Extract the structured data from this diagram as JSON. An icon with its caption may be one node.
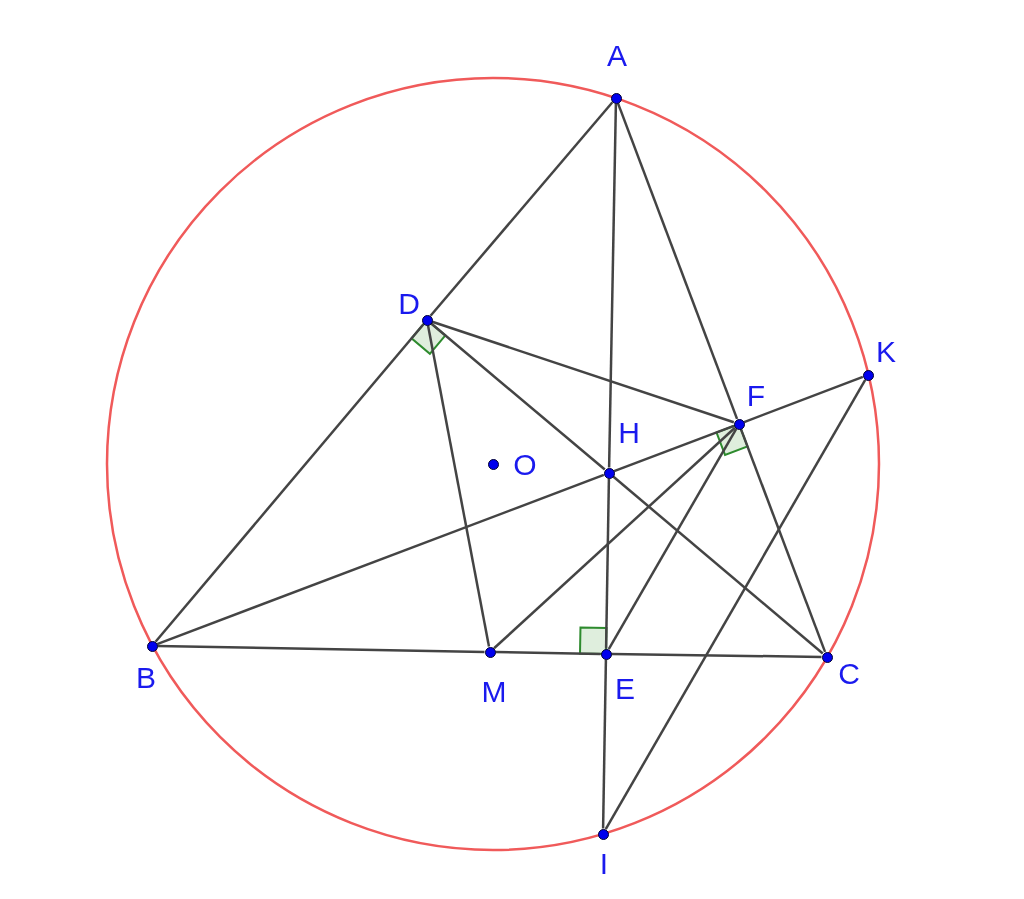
{
  "diagram": {
    "nodes": [
      {
        "text": [
          "A"
        ]
      },
      {
        "text": [
          "B"
        ]
      },
      {
        "text": [
          "C"
        ]
      },
      {
        "text": [
          "D"
        ]
      },
      {
        "text": [
          "E"
        ]
      },
      {
        "text": [
          "F"
        ]
      },
      {
        "text": [
          "H"
        ]
      },
      {
        "text": [
          "K"
        ]
      },
      {
        "text": [
          "I"
        ]
      },
      {
        "text": [
          "M"
        ]
      },
      {
        "text": [
          "O"
        ]
      }
    ],
    "edges": [
      {
        "from": 0,
        "to": 3,
        "arrow": "none"
      },
      {
        "from": 3,
        "to": 1,
        "arrow": "none"
      },
      {
        "from": 0,
        "to": 5,
        "arrow": "none"
      },
      {
        "from": 5,
        "to": 2,
        "arrow": "none"
      },
      {
        "from": 1,
        "to": 9,
        "arrow": "none"
      },
      {
        "from": 9,
        "to": 4,
        "arrow": "none"
      },
      {
        "from": 4,
        "to": 2,
        "arrow": "none"
      },
      {
        "from": 0,
        "to": 6,
        "arrow": "none"
      },
      {
        "from": 6,
        "to": 4,
        "arrow": "none"
      },
      {
        "from": 4,
        "to": 8,
        "arrow": "none"
      },
      {
        "from": 3,
        "to": 6,
        "arrow": "none"
      },
      {
        "from": 6,
        "to": 2,
        "arrow": "none"
      },
      {
        "from": 1,
        "to": 6,
        "arrow": "none"
      },
      {
        "from": 6,
        "to": 5,
        "arrow": "none"
      },
      {
        "from": 5,
        "to": 7,
        "arrow": "none"
      },
      {
        "from": 3,
        "to": 5,
        "arrow": "none"
      },
      {
        "from": 3,
        "to": 9,
        "arrow": "none"
      },
      {
        "from": 9,
        "to": 5,
        "arrow": "none"
      },
      {
        "from": 5,
        "to": 4,
        "arrow": "none"
      },
      {
        "from": 7,
        "to": 8,
        "arrow": "none"
      }
    ]
  }
}
